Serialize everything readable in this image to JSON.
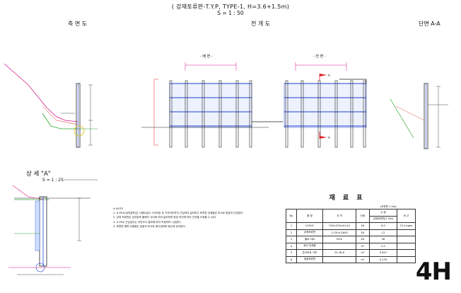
{
  "header": {
    "title": "( 강재토류판-T.Y.P, TYPE-1, H=3.6+1.5m)",
    "scale": "S = 1 : 50"
  },
  "views": {
    "side": "측 면 도",
    "elevation": "전 개 도",
    "section": "단면 A-A",
    "back": "- 배 면 -",
    "front": "- 전 면 -"
  },
  "detail": {
    "title": "상 세 \"A\"",
    "scale": "S = 1 : 25"
  },
  "notes": {
    "heading": "※ NOTE",
    "items": [
      "1. H-PILE(엄지말뚝)은 시멘트밀크 그라우팅 후 기초지반까지 근입하여 설치하고 토류판 뒤채움은 토사로 충분히 다짐한다.",
      "2. 강재 토류판은 엄지말뚝 플랜지 사이에 끼워 설치하며 현장 여건에 따라 간격을 조정할 수 있다.",
      "3. H-PILE 근입깊이는 지반조사 결과에 따라 조정하여 시공한다.",
      "4. 토류판 배면 뒤채움은 양질의 토사로 층다짐하며 배수에 유의한다."
    ]
  },
  "quantity_table": {
    "title": "재 료 표",
    "unit": "(토류판 1 Set)",
    "headers": [
      "No",
      "품 명",
      "규 격",
      "단위",
      "수 량",
      "비 고"
    ],
    "subheaders": [
      "강재토류판(1 Set)",
      ""
    ],
    "rows": [
      [
        "1",
        "H-PILE",
        "250×250×9×14",
        "EA",
        "6.0",
        "72.4 kg/m"
      ],
      [
        "2",
        "강재토류판",
        "1,150×3,600",
        "EA",
        "12",
        ""
      ],
      [
        "3",
        "볼트·너트",
        "M16",
        "EA",
        "48",
        ""
      ],
      [
        "4",
        "쇄석 뒤채움",
        "",
        "m³",
        "4.5",
        ""
      ],
      [
        "5",
        "콘크리트 기초",
        "25-18-8",
        "m³",
        "0.637",
        ""
      ],
      [
        "6",
        "경량토류판",
        "",
        "m²",
        "0.176",
        ""
      ]
    ]
  },
  "badge": "4H",
  "colors": {
    "line": "#222222",
    "blue": "#1f3fd0",
    "red": "#e0202a",
    "magenta": "#d81b8c",
    "green": "#2fa82f",
    "yellow": "#d8c400"
  }
}
